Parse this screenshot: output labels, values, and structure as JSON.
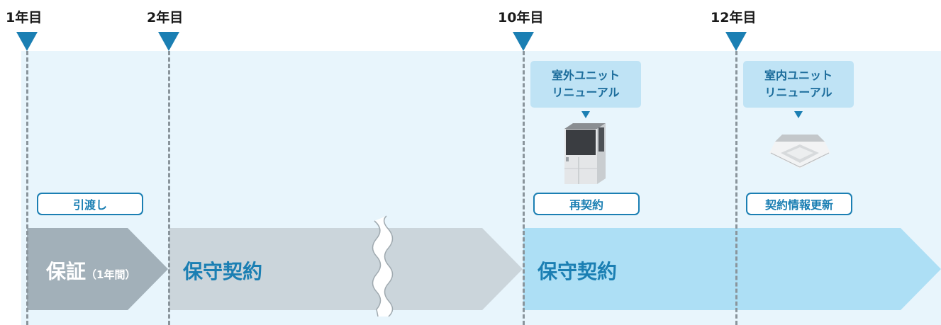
{
  "years": [
    {
      "label": "1年目"
    },
    {
      "label": "2年目"
    },
    {
      "label": "10年目"
    },
    {
      "label": "12年目"
    }
  ],
  "renewals": [
    {
      "line1": "室外ユニット",
      "line2": "リニューアル",
      "equipment_icon": "outdoor-unit-icon"
    },
    {
      "line1": "室内ユニット",
      "line2": "リニューアル",
      "equipment_icon": "ceiling-cassette-unit-icon"
    }
  ],
  "events": [
    {
      "label": "引渡し"
    },
    {
      "label": "再契約"
    },
    {
      "label": "契約情報更新"
    }
  ],
  "phases": [
    {
      "label": "保証",
      "sub": "（1年間）"
    },
    {
      "label": "保守契約"
    },
    {
      "label": "保守契約"
    }
  ],
  "colors": {
    "marker": "#1b7fb3",
    "warranty_arrow": "#a2b0b9",
    "maintenance_arrow_first": "#cbd5db",
    "maintenance_arrow_second": "#addff5",
    "background_band": "#e8f5fc",
    "event_text": "#1b7fb3",
    "renewal_box": "#bfe3f5"
  }
}
